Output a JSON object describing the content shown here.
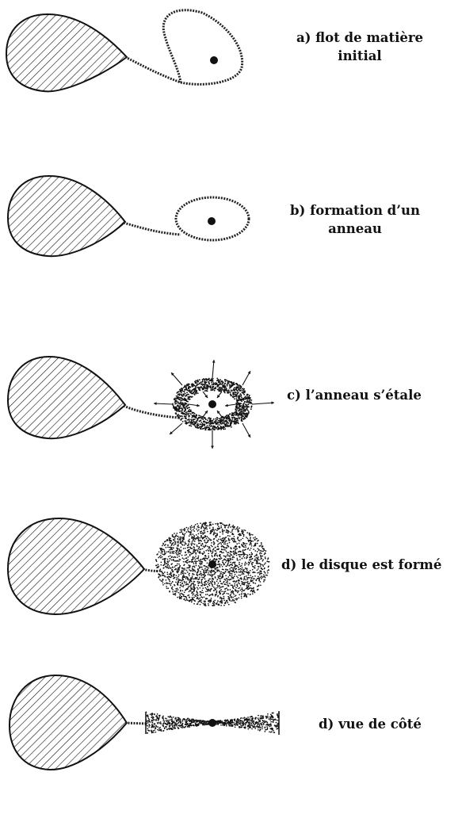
{
  "panels": [
    {
      "id": "a",
      "label_lines": [
        "a) flot de matière",
        "initial"
      ]
    },
    {
      "id": "b",
      "label_lines": [
        "b) formation d’un",
        "anneau"
      ]
    },
    {
      "id": "c",
      "label_lines": [
        "c) l’anneau s’étale"
      ]
    },
    {
      "id": "d",
      "label_lines": [
        "d) le disque est formé"
      ]
    },
    {
      "id": "e",
      "label_lines": [
        "d) vue de côté"
      ]
    }
  ],
  "colors": {
    "ink": "#111111",
    "paper": "#ffffff"
  }
}
